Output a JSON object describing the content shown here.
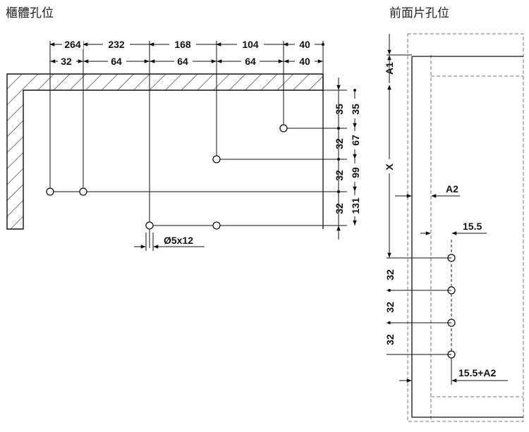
{
  "titles": {
    "cabinet": "櫃體孔位",
    "front": "前面片孔位"
  },
  "cabinet": {
    "top_row": [
      "264",
      "232",
      "168",
      "104",
      "40"
    ],
    "second_row": [
      "32",
      "64",
      "64",
      "64",
      "40"
    ],
    "right_inner": [
      "35",
      "32",
      "32",
      "32"
    ],
    "right_outer": [
      "35",
      "67",
      "99",
      "131"
    ],
    "hole_label": "Ø5x12"
  },
  "front": {
    "a1": "A1",
    "x": "X",
    "a2": "A2",
    "offset_top": "15.5",
    "spacing": [
      "32",
      "32",
      "32"
    ],
    "offset_bottom": "15.5+A2"
  }
}
